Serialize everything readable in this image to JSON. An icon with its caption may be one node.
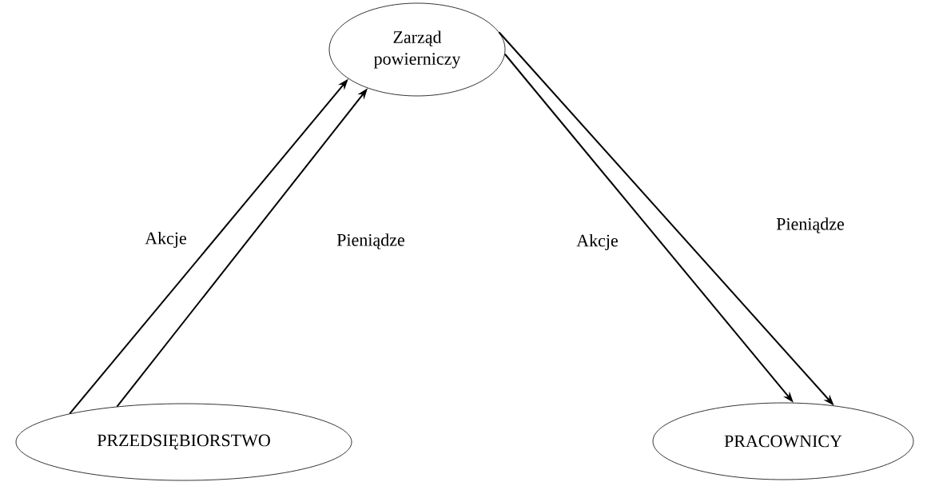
{
  "diagram": {
    "nodes": [
      {
        "text": [
          "Zarząd powierniczy"
        ]
      },
      {
        "text": [
          "PRZEDSIĘBIORSTWO"
        ]
      },
      {
        "text": [
          "PRACOWNICY"
        ]
      }
    ],
    "edges": [
      {
        "from": 1,
        "to": 0,
        "arrow": "to",
        "label": "Akcje"
      },
      {
        "from": 1,
        "to": 0,
        "arrow": "to",
        "label": "Pieniądze"
      },
      {
        "from": 0,
        "to": 2,
        "arrow": "to",
        "label": "Akcje"
      },
      {
        "from": 0,
        "to": 2,
        "arrow": "to",
        "label": "Pieniądze"
      }
    ]
  }
}
